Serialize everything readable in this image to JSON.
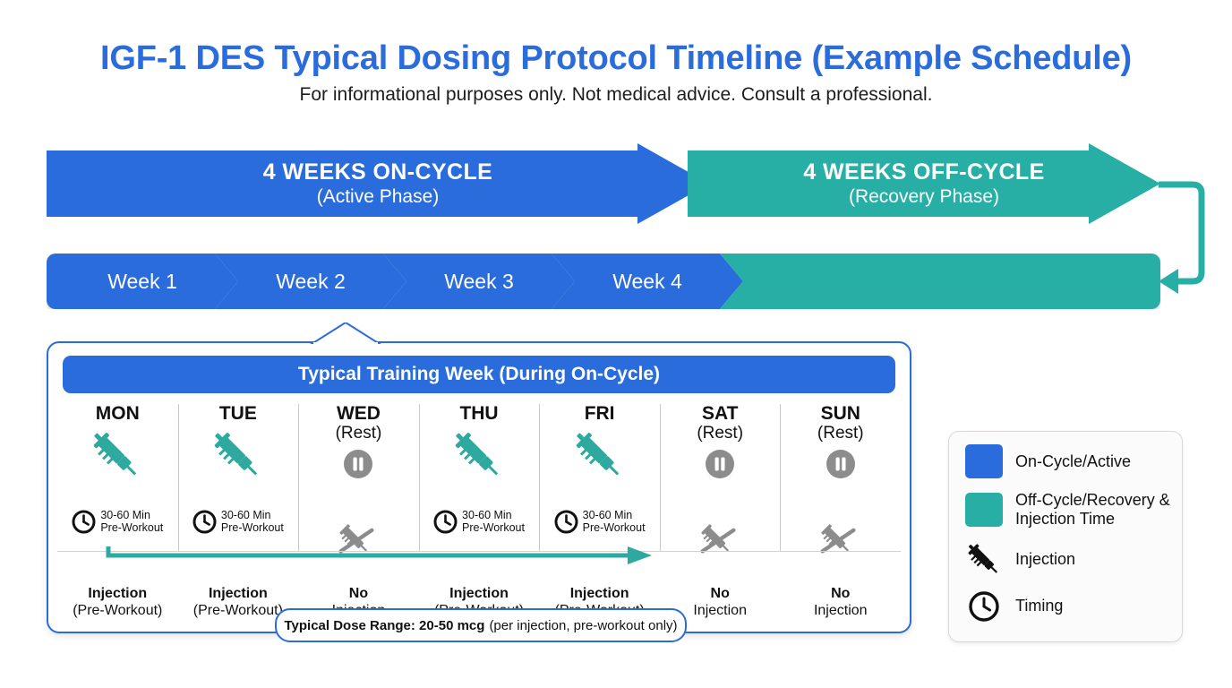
{
  "header": {
    "title": "IGF-1 DES Typical Dosing Protocol Timeline (Example Schedule)",
    "subtitle": "For informational purposes only. Not medical advice. Consult a professional."
  },
  "colors": {
    "blue": "#2b6cdc",
    "teal": "#27afa5",
    "grey_icon": "#8c8c8c",
    "black": "#111111"
  },
  "phases": [
    {
      "name": "on-cycle",
      "title": "4 WEEKS ON-CYCLE",
      "subtitle": "(Active Phase)",
      "color": "#2b6cdc"
    },
    {
      "name": "off-cycle",
      "title": "4 WEEKS OFF-CYCLE",
      "subtitle": "(Recovery Phase)",
      "color": "#27afa5"
    }
  ],
  "weeks": [
    {
      "label": "Week 1",
      "color": "#2b6cdc"
    },
    {
      "label": "Week 2",
      "color": "#2b6cdc"
    },
    {
      "label": "Week 3",
      "color": "#2b6cdc"
    },
    {
      "label": "Week 4",
      "color": "#2b6cdc"
    }
  ],
  "week_offcycle_label": "",
  "panel": {
    "title": "Typical Training Week (During On-Cycle)",
    "days": [
      {
        "day": "MON",
        "rest_tag": "",
        "is_rest": false,
        "icon": "syringe-icon",
        "timing_line1": "30-60 Min",
        "timing_line2": "Pre-Workout",
        "status": "Injection",
        "status_sub": "(Pre-Workout)"
      },
      {
        "day": "TUE",
        "rest_tag": "",
        "is_rest": false,
        "icon": "syringe-icon",
        "timing_line1": "30-60 Min",
        "timing_line2": "Pre-Workout",
        "status": "Injection",
        "status_sub": "(Pre-Workout)"
      },
      {
        "day": "WED",
        "rest_tag": "(Rest)",
        "is_rest": true,
        "icon": "pause-icon",
        "timing_line1": "",
        "timing_line2": "",
        "status": "No",
        "status_sub": "Injection"
      },
      {
        "day": "THU",
        "rest_tag": "",
        "is_rest": false,
        "icon": "syringe-icon",
        "timing_line1": "30-60 Min",
        "timing_line2": "Pre-Workout",
        "status": "Injection",
        "status_sub": "(Pre-Workout)"
      },
      {
        "day": "FRI",
        "rest_tag": "",
        "is_rest": false,
        "icon": "syringe-icon",
        "timing_line1": "30-60 Min",
        "timing_line2": "Pre-Workout",
        "status": "Injection",
        "status_sub": "(Pre-Workout)"
      },
      {
        "day": "SAT",
        "rest_tag": "(Rest)",
        "is_rest": true,
        "icon": "pause-icon",
        "timing_line1": "",
        "timing_line2": "",
        "status": "No",
        "status_sub": "Injection"
      },
      {
        "day": "SUN",
        "rest_tag": "(Rest)",
        "is_rest": true,
        "icon": "pause-icon",
        "timing_line1": "",
        "timing_line2": "",
        "status": "No",
        "status_sub": "Injection"
      }
    ]
  },
  "dose": {
    "bold": "Typical Dose Range: 20-50 mcg",
    "normal": "(per injection, pre-workout only)"
  },
  "legend": {
    "items": [
      {
        "kind": "swatch",
        "icon": "blue-swatch",
        "color": "#2b6cdc",
        "label": "On-Cycle/Active"
      },
      {
        "kind": "swatch",
        "icon": "teal-swatch",
        "color": "#27afa5",
        "label": "Off-Cycle/Recovery & Injection Time"
      },
      {
        "kind": "icon",
        "icon": "syringe-icon",
        "color": "#111111",
        "label": "Injection"
      },
      {
        "kind": "icon",
        "icon": "clock-icon",
        "color": "#111111",
        "label": "Timing"
      }
    ]
  }
}
